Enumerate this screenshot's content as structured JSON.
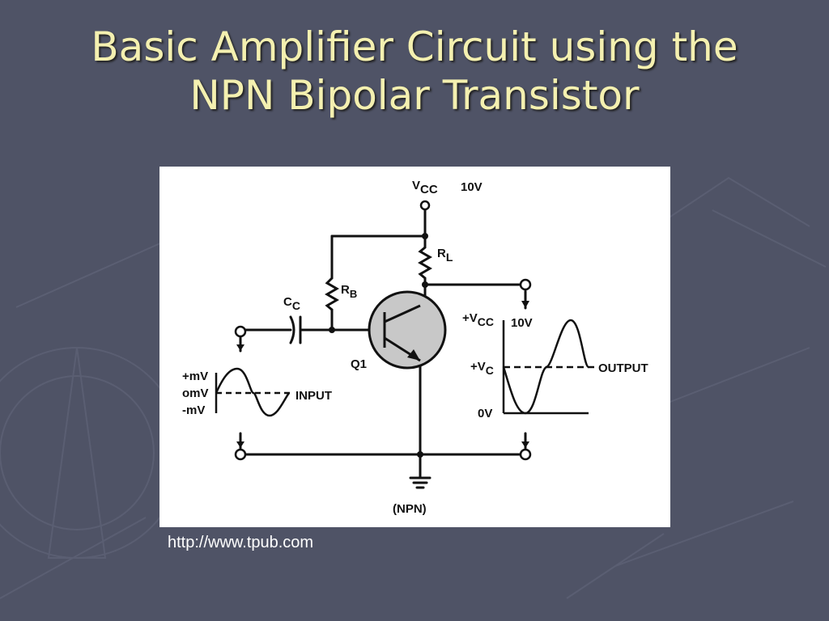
{
  "slide": {
    "title_line1": "Basic Amplifier Circuit using the",
    "title_line2": "NPN Bipolar Transistor",
    "source_url": "http://www.tpub.com"
  },
  "diagram": {
    "vcc_label": "V",
    "vcc_sub": "CC",
    "vcc_value": "10V",
    "rl_label": "R",
    "rl_sub": "L",
    "rb_label": "R",
    "rb_sub": "B",
    "cc_label": "C",
    "cc_sub": "C",
    "q1_label": "Q1",
    "input_label": "INPUT",
    "input_plus": "+mV",
    "input_zero": "omV",
    "input_minus": "-mV",
    "out_vcc_label": "+V",
    "out_vcc_sub": "CC",
    "out_vcc_value": "10V",
    "out_vc_label": "+V",
    "out_vc_sub": "C",
    "out_zero": "0V",
    "output_label": "OUTPUT",
    "ground_label": "(NPN)"
  },
  "colors": {
    "background": "#4f5366",
    "title": "#f4f0b0",
    "transistor_fill": "#c8c8c8"
  }
}
